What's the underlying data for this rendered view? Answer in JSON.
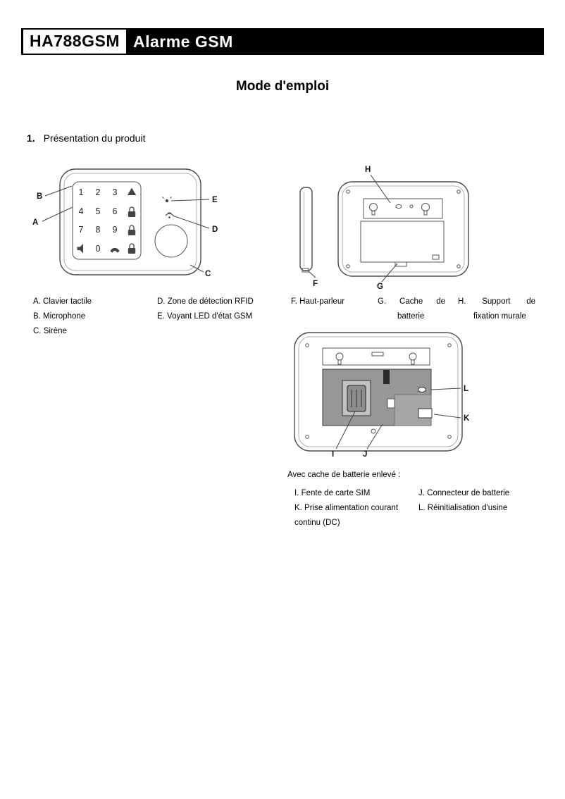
{
  "header": {
    "model": "HA788GSM",
    "product": "Alarme GSM"
  },
  "title": "Mode d'emploi",
  "section": {
    "number": "1.",
    "title": "Présentation du produit"
  },
  "colors": {
    "header_bg": "#000000",
    "header_text": "#ffffff"
  },
  "diagrams": {
    "front": {
      "callouts": {
        "a": "A",
        "b": "B",
        "c": "C",
        "d": "D",
        "e": "E"
      },
      "keypad": [
        [
          "1",
          "2",
          "3"
        ],
        [
          "4",
          "5",
          "6"
        ],
        [
          "7",
          "8",
          "9"
        ],
        [
          "",
          "0",
          ""
        ]
      ]
    },
    "back": {
      "callouts": {
        "f": "F",
        "g": "G",
        "h": "H"
      }
    },
    "open": {
      "callouts": {
        "i": "I",
        "j": "J",
        "k": "K",
        "l": "L"
      }
    }
  },
  "legend": {
    "col1": [
      "A. Clavier tactile",
      "B. Microphone",
      "C. Sirène"
    ],
    "col2": [
      "D. Zone de détection RFID",
      "E. Voyant LED d'état GSM"
    ],
    "col3": [
      "F. Haut-parleur"
    ],
    "col4": [
      "G. Cache de batterie"
    ],
    "col5": [
      "H. Support de fixation murale"
    ]
  },
  "battery_removed": {
    "intro": "Avec cache de batterie enlevé :",
    "left": [
      "I. Fente de carte SIM",
      "K. Prise alimentation courant continu (DC)"
    ],
    "right": [
      "J. Connecteur de batterie",
      "L. Réinitialisation d'usine"
    ]
  }
}
